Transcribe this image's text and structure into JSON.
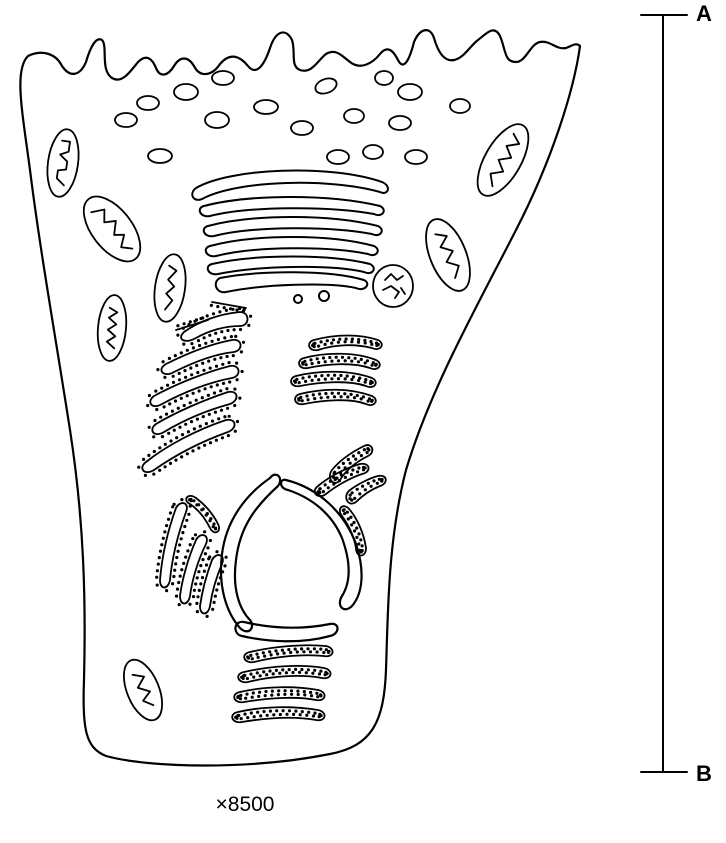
{
  "labels": {
    "top": "A",
    "bottom": "B"
  },
  "magnification": "×8500",
  "colors": {
    "stroke": "#000000",
    "background": "#ffffff"
  },
  "structures": [
    "cell-membrane-with-microvilli",
    "vesicles",
    "mitochondria",
    "golgi-apparatus",
    "rough-endoplasmic-reticulum",
    "nucleus",
    "scale-bar"
  ]
}
